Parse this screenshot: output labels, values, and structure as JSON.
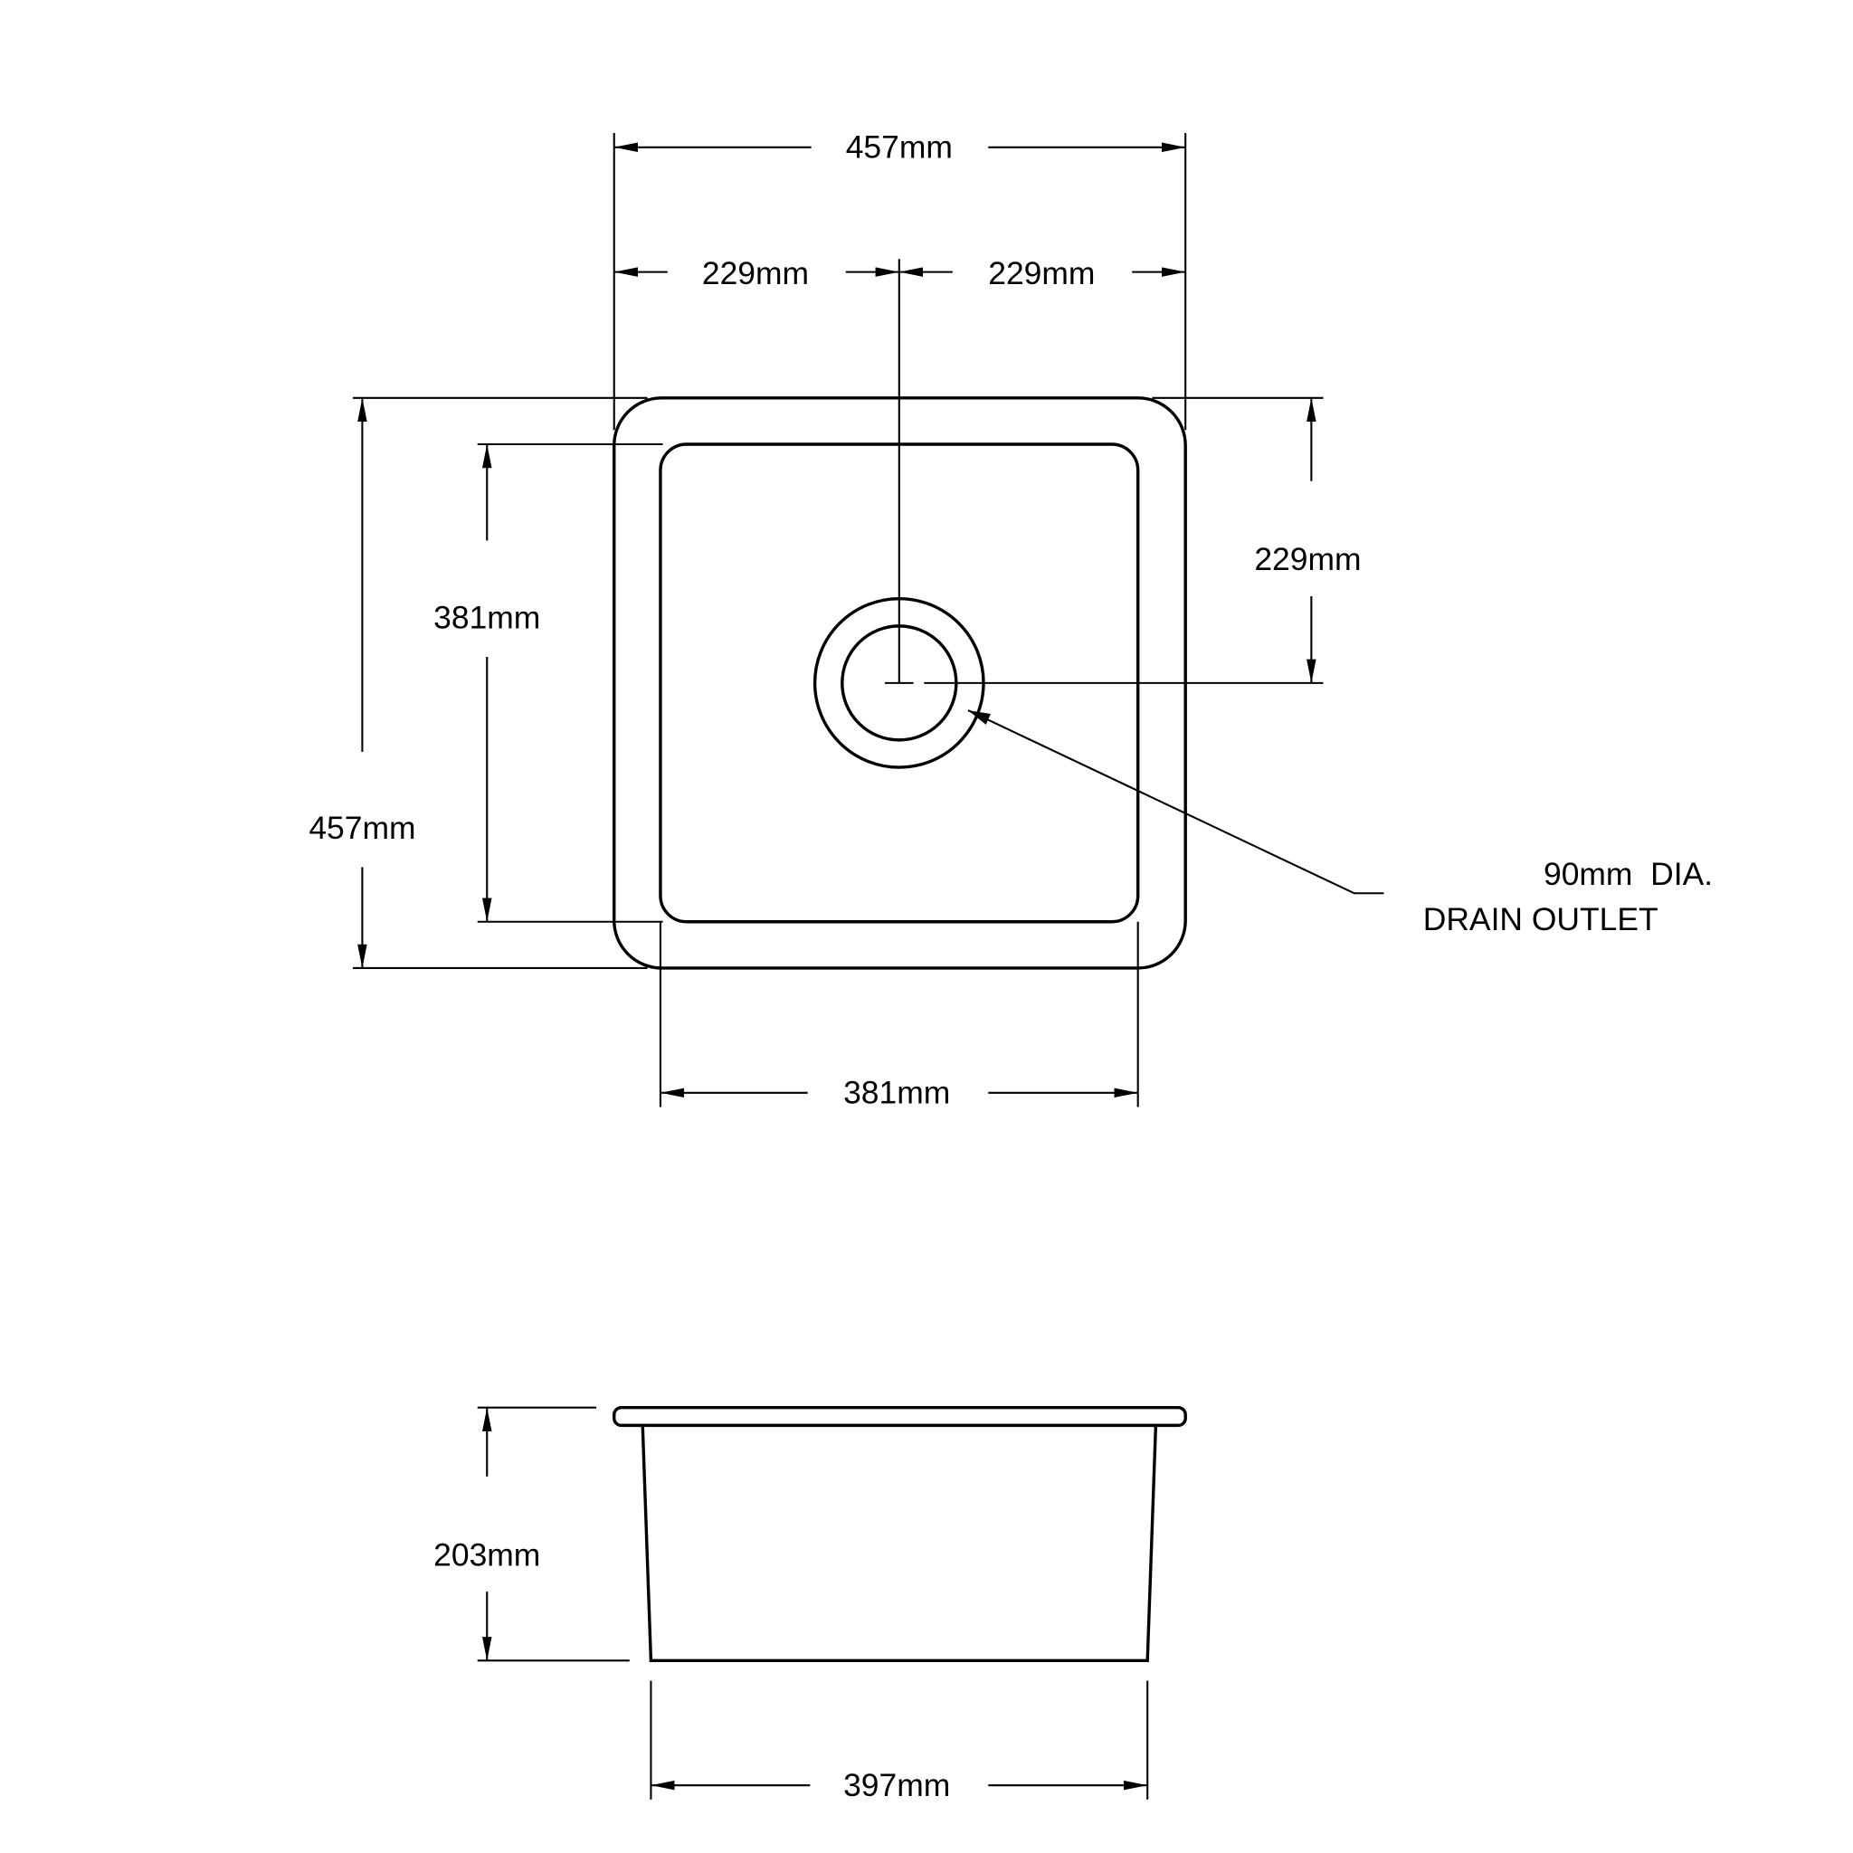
{
  "plan_view": {
    "overall_width": "457mm",
    "half_width_left": "229mm",
    "half_width_right": "229mm",
    "overall_length": "457mm",
    "inner_length": "381mm",
    "inner_width": "381mm",
    "drain_offset": "229mm",
    "drain_label_line1": "90mm  DIA.",
    "drain_label_line2": "DRAIN OUTLET"
  },
  "side_view": {
    "depth": "203mm",
    "base_width": "397mm"
  },
  "colors": {
    "line": "#000000",
    "background": "#ffffff"
  }
}
